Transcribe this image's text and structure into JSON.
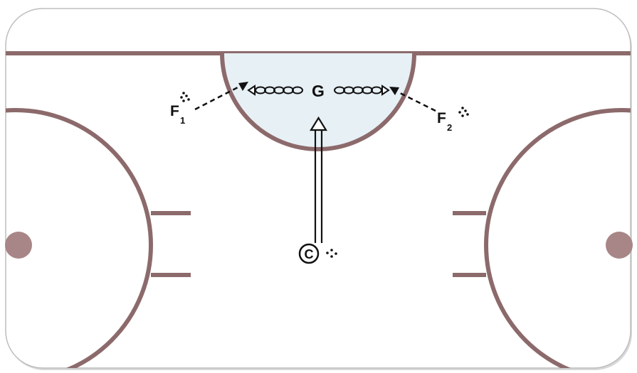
{
  "diagram": {
    "colors": {
      "rink_line": "#8c6a6b",
      "crease_fill": "#e7f0f5",
      "ice": "#ffffff",
      "marker": "#111111",
      "border_shadow": "#cfcfcf"
    },
    "players": {
      "goalie": {
        "label": "G"
      },
      "center": {
        "label": "C"
      },
      "forward1": {
        "label": "F",
        "sub": "1"
      },
      "forward2": {
        "label": "F",
        "sub": "2"
      }
    },
    "elements": [
      "goal-crease",
      "left-faceoff-circle",
      "right-faceoff-circle",
      "goal-line",
      "pass-arrow",
      "skate-paths"
    ]
  }
}
